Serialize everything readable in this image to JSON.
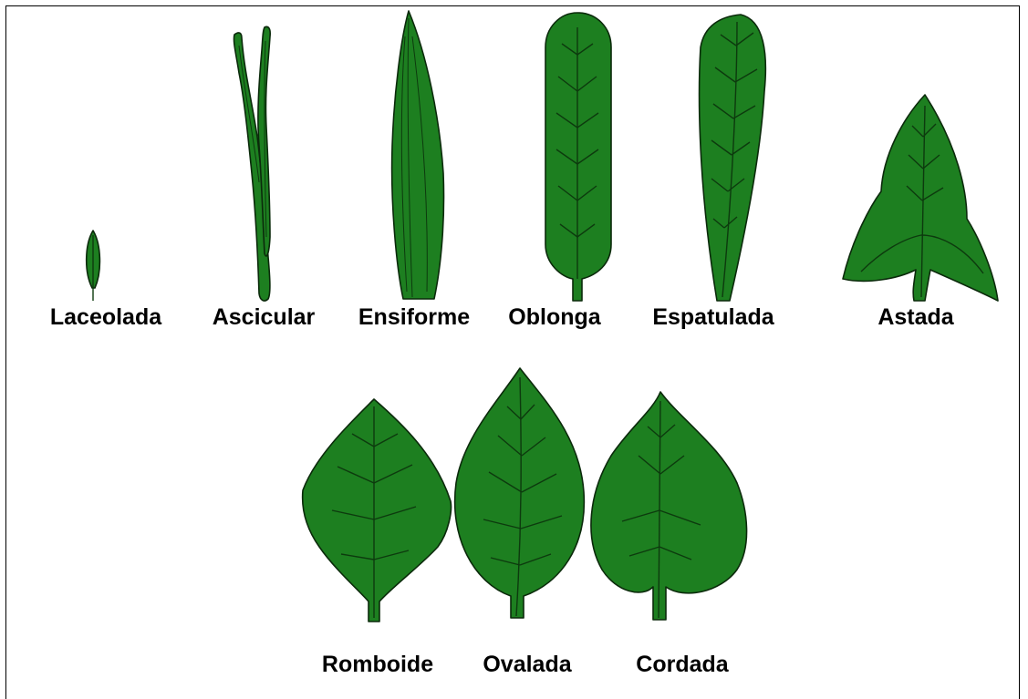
{
  "colors": {
    "leaf_fill": "#1d7f20",
    "leaf_stroke": "#0b2a0b",
    "vein": "#0d3a0e",
    "background": "#ffffff"
  },
  "leaves": [
    {
      "id": "laceolada",
      "name": "Laceolada"
    },
    {
      "id": "ascicular",
      "name": "Ascicular"
    },
    {
      "id": "ensiforme",
      "name": "Ensiforme"
    },
    {
      "id": "oblonga",
      "name": "Oblonga"
    },
    {
      "id": "espatulada",
      "name": "Espatulada"
    },
    {
      "id": "astada",
      "name": "Astada"
    },
    {
      "id": "romboide",
      "name": "Romboide"
    },
    {
      "id": "ovalada",
      "name": "Ovalada"
    },
    {
      "id": "cordada",
      "name": "Cordada"
    }
  ]
}
